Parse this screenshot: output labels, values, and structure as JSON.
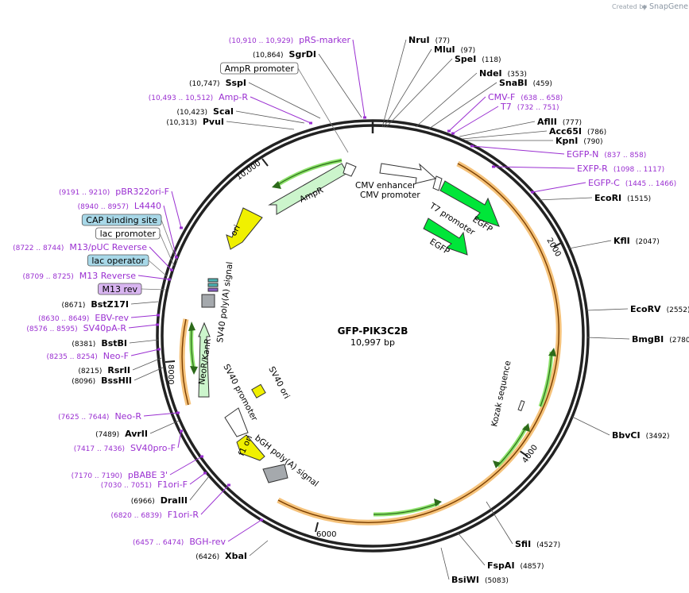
{
  "credit": {
    "prefix": "Created by",
    "brand": "SnapGene"
  },
  "plasmid": {
    "name": "GFP-PIK3C2B",
    "length_label": "10,997 bp"
  },
  "ticks": [
    "2000",
    "4000",
    "6000",
    "8000",
    "10,000"
  ],
  "features": [
    {
      "id": "cmv-enhancer",
      "label": "CMV enhancer",
      "color": "#ffffff"
    },
    {
      "id": "cmv-promoter",
      "label": "CMV promoter",
      "color": "#ffffff"
    },
    {
      "id": "t7-promoter",
      "label": "T7 promoter",
      "color": "#ffffff"
    },
    {
      "id": "egfp-outer",
      "label": "EGFP",
      "color": "#00e639"
    },
    {
      "id": "egfp-inner",
      "label": "EGFP",
      "color": "#00e639"
    },
    {
      "id": "kozak",
      "label": "Kozak sequence",
      "color": "#ffffff"
    },
    {
      "id": "bgh",
      "label": "bGH poly(A) signal",
      "color": "#a5a9ad"
    },
    {
      "id": "f1ori",
      "label": "f1 ori",
      "color": "#f0f000"
    },
    {
      "id": "sv40-promoter",
      "label": "SV40 promoter",
      "color": "#ffffff"
    },
    {
      "id": "sv40-ori",
      "label": "SV40 ori",
      "color": "#f0f000"
    },
    {
      "id": "neor",
      "label": "NeoR/KanR",
      "color": "#ccf5cc"
    },
    {
      "id": "sv40-polya",
      "label": "SV40 poly(A) signal",
      "color": "#a5a9ad"
    },
    {
      "id": "ori",
      "label": "ori",
      "color": "#f0f000"
    },
    {
      "id": "ampr",
      "label": "AmpR",
      "color": "#ccf5cc"
    },
    {
      "id": "ampr-promoter",
      "label": "AmpR promoter",
      "color": "#ffffff"
    }
  ],
  "site_labels": [
    {
      "name": "NruI",
      "pos": "(77)",
      "type": "enzyme"
    },
    {
      "name": "MluI",
      "pos": "(97)",
      "type": "enzyme"
    },
    {
      "name": "SpeI",
      "pos": "(118)",
      "type": "enzyme"
    },
    {
      "name": "NdeI",
      "pos": "(353)",
      "type": "enzyme"
    },
    {
      "name": "SnaBI",
      "pos": "(459)",
      "type": "enzyme"
    },
    {
      "name": "CMV-F",
      "pos": "(638 .. 658)",
      "type": "primer"
    },
    {
      "name": "T7",
      "pos": "(732 .. 751)",
      "type": "primer"
    },
    {
      "name": "AflII",
      "pos": "(777)",
      "type": "enzyme"
    },
    {
      "name": "Acc65I",
      "pos": "(786)",
      "type": "enzyme"
    },
    {
      "name": "KpnI",
      "pos": "(790)",
      "type": "enzyme"
    },
    {
      "name": "EGFP-N",
      "pos": "(837 .. 858)",
      "type": "primer"
    },
    {
      "name": "EXFP-R",
      "pos": "(1098 .. 1117)",
      "type": "primer"
    },
    {
      "name": "EGFP-C",
      "pos": "(1445 .. 1466)",
      "type": "primer"
    },
    {
      "name": "EcoRI",
      "pos": "(1515)",
      "type": "enzyme"
    },
    {
      "name": "KflI",
      "pos": "(2047)",
      "type": "enzyme"
    },
    {
      "name": "EcoRV",
      "pos": "(2552)",
      "type": "enzyme"
    },
    {
      "name": "BmgBI",
      "pos": "(2780)",
      "type": "enzyme"
    },
    {
      "name": "BbvCI",
      "pos": "(3492)",
      "type": "enzyme"
    },
    {
      "name": "SfiI",
      "pos": "(4527)",
      "type": "enzyme"
    },
    {
      "name": "FspAI",
      "pos": "(4857)",
      "type": "enzyme"
    },
    {
      "name": "BsiWI",
      "pos": "(5083)",
      "type": "enzyme"
    },
    {
      "name": "XbaI",
      "pos": "(6426)",
      "type": "enzyme"
    },
    {
      "name": "BGH-rev",
      "pos": "(6457 .. 6474)",
      "type": "primer"
    },
    {
      "name": "F1ori-R",
      "pos": "(6820 .. 6839)",
      "type": "primer"
    },
    {
      "name": "DraIII",
      "pos": "(6966)",
      "type": "enzyme"
    },
    {
      "name": "F1ori-F",
      "pos": "(7030 .. 7051)",
      "type": "primer"
    },
    {
      "name": "pBABE 3'",
      "pos": "(7170 .. 7190)",
      "type": "primer"
    },
    {
      "name": "SV40pro-F",
      "pos": "(7417 .. 7436)",
      "type": "primer"
    },
    {
      "name": "AvrII",
      "pos": "(7489)",
      "type": "enzyme"
    },
    {
      "name": "Neo-R",
      "pos": "(7625 .. 7644)",
      "type": "primer"
    },
    {
      "name": "BssHII",
      "pos": "(8096)",
      "type": "enzyme"
    },
    {
      "name": "RsrII",
      "pos": "(8215)",
      "type": "enzyme"
    },
    {
      "name": "Neo-F",
      "pos": "(8235 .. 8254)",
      "type": "primer"
    },
    {
      "name": "BstBI",
      "pos": "(8381)",
      "type": "enzyme"
    },
    {
      "name": "SV40pA-R",
      "pos": "(8576 .. 8595)",
      "type": "primer"
    },
    {
      "name": "EBV-rev",
      "pos": "(8630 .. 8649)",
      "type": "primer"
    },
    {
      "name": "BstZ17I",
      "pos": "(8671)",
      "type": "enzyme"
    },
    {
      "name": "M13 rev",
      "pos": "",
      "type": "primer-box"
    },
    {
      "name": "M13 Reverse",
      "pos": "(8709 .. 8725)",
      "type": "primer"
    },
    {
      "name": "lac operator",
      "pos": "",
      "type": "protein-box"
    },
    {
      "name": "M13/pUC Reverse",
      "pos": "(8722 .. 8744)",
      "type": "primer"
    },
    {
      "name": "lac promoter",
      "pos": "",
      "type": "feature-box"
    },
    {
      "name": "CAP binding site",
      "pos": "",
      "type": "protein-box"
    },
    {
      "name": "L4440",
      "pos": "(8940 .. 8957)",
      "type": "primer"
    },
    {
      "name": "pBR322ori-F",
      "pos": "(9191 .. 9210)",
      "type": "primer"
    },
    {
      "name": "PvuI",
      "pos": "(10,313)",
      "type": "enzyme"
    },
    {
      "name": "ScaI",
      "pos": "(10,423)",
      "type": "enzyme"
    },
    {
      "name": "Amp-R",
      "pos": "(10,493 .. 10,512)",
      "type": "primer"
    },
    {
      "name": "SspI",
      "pos": "(10,747)",
      "type": "enzyme"
    },
    {
      "name": "AmpR promoter",
      "pos": "",
      "type": "feature-box"
    },
    {
      "name": "SgrDI",
      "pos": "(10,864)",
      "type": "enzyme"
    },
    {
      "name": "pRS-marker",
      "pos": "(10,910 .. 10,929)",
      "type": "primer"
    }
  ]
}
